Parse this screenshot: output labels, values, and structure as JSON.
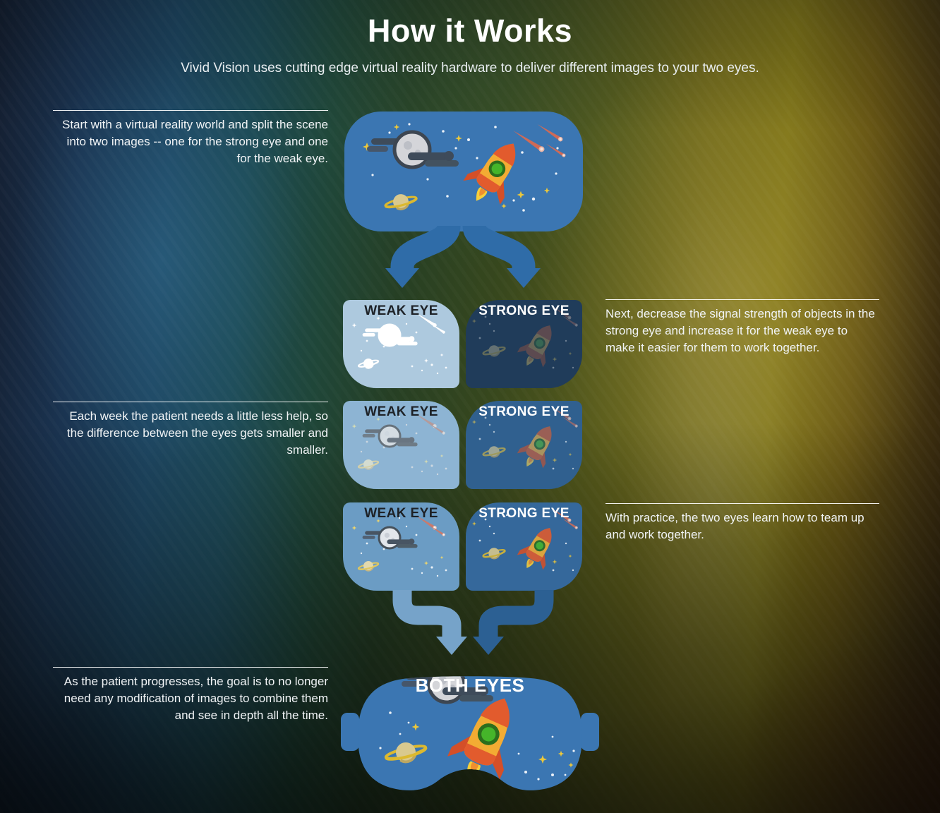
{
  "page": {
    "title": "How it Works",
    "subtitle": "Vivid Vision uses cutting edge virtual reality hardware to deliver different images to your two eyes."
  },
  "steps": [
    {
      "text": "Start with a virtual reality world and split the scene into two images -- one for the strong eye and one for the weak eye."
    },
    {
      "text": "Next, decrease the signal strength of objects in the strong eye and increase it for the weak eye to make it easier for them to work together."
    },
    {
      "text": "Each week the patient needs a little less help, so the difference between the eyes gets smaller and smaller."
    },
    {
      "text": "With practice, the two eyes learn how to team up and work together."
    },
    {
      "text": "As the patient progresses, the goal is to no longer need any modification of images to combine them and see in depth all the time."
    }
  ],
  "labels": {
    "weak": "WEAK EYE",
    "strong": "STRONG EYE",
    "both": "BOTH EYES"
  },
  "icons": [
    "rocket-icon",
    "moon-icon",
    "saturn-icon",
    "comet-icon",
    "star-icon",
    "vr-goggles"
  ],
  "theme": {
    "panel_main": "#3b76b2",
    "panel_weak_1": "#adc9de",
    "panel_strong_1": "#203c5a",
    "panel_weak_2": "#8db4d3",
    "panel_strong_2": "#30608f",
    "panel_weak_3": "#6b9cc4",
    "panel_strong_3": "#35689b",
    "arrow_main": "#2f6ca8",
    "arrow_weak": "#76a3c9",
    "arrow_strong": "#2c6093",
    "label_dark": "#1d2126",
    "label_light": "#ffffff"
  }
}
